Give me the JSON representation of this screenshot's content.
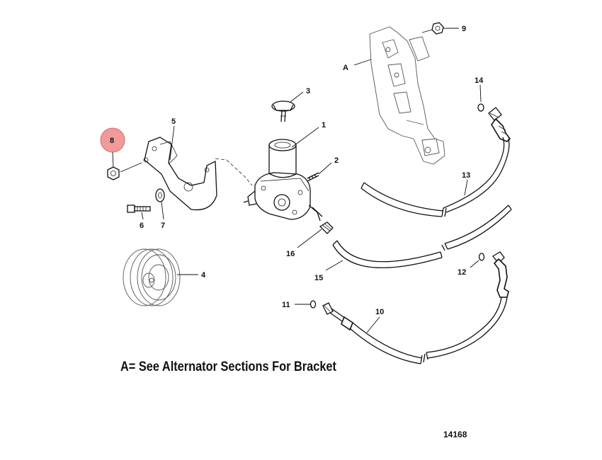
{
  "diagram": {
    "callouts": {
      "c1": "1",
      "c2": "2",
      "c3": "3",
      "c4": "4",
      "c5": "5",
      "c6": "6",
      "c7": "7",
      "c8": "8",
      "c9": "9",
      "c10": "10",
      "c11": "11",
      "c12": "12",
      "c13": "13",
      "c14": "14",
      "c15": "15",
      "c16": "16",
      "cA": "A"
    },
    "highlighted_callout": "8",
    "highlight_color": "#f19a9a",
    "caption": "A= See Alternator Sections For Bracket",
    "figure_number": "14168"
  }
}
